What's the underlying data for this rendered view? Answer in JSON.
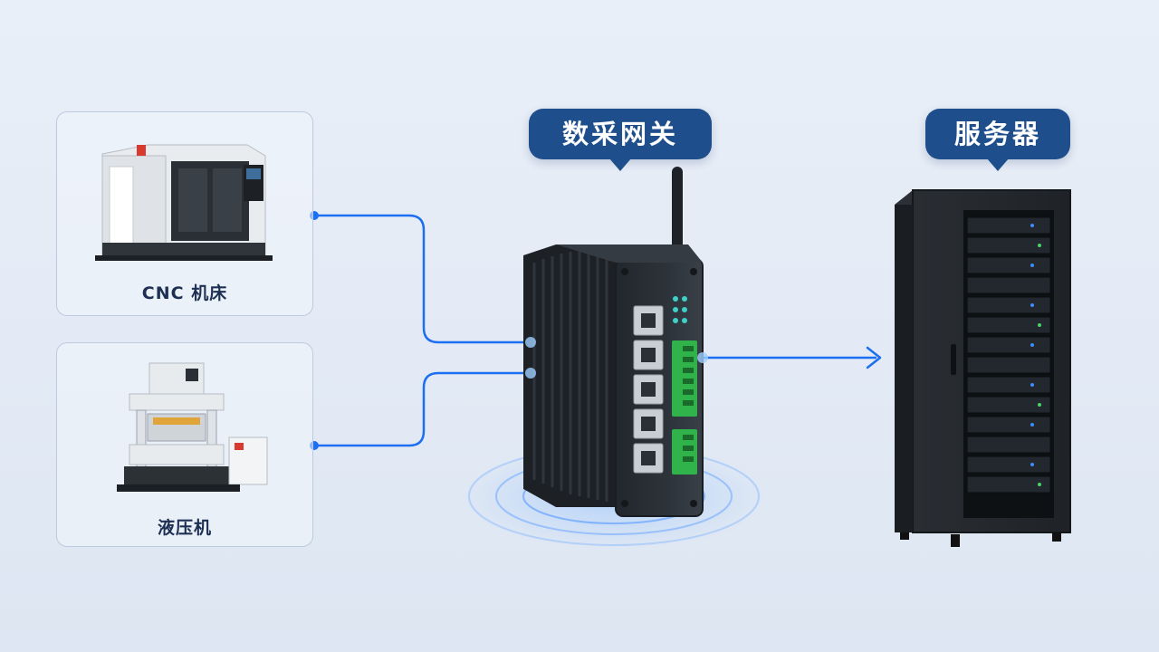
{
  "sources": [
    {
      "label": "CNC 机床",
      "icon": "cnc-machine-icon"
    },
    {
      "label": "液压机",
      "icon": "hydraulic-press-icon"
    }
  ],
  "gateway": {
    "label": "数采网关",
    "icon": "data-gateway-icon"
  },
  "server": {
    "label": "服务器",
    "icon": "server-rack-icon"
  },
  "colors": {
    "accent": "#1f4e8c",
    "line": "#1c6ff0",
    "card_border": "#bccbe0",
    "label_text": "#1d2f52",
    "device_body": "#2b3138",
    "terminal_green": "#2fb34a"
  }
}
